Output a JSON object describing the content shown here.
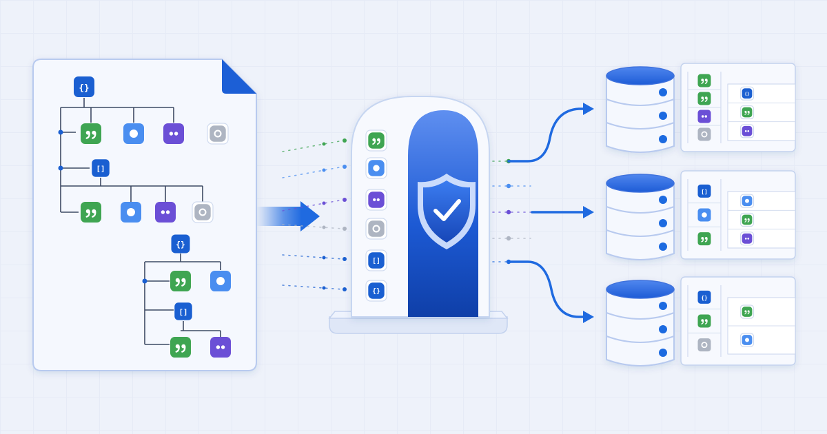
{
  "colors": {
    "object": "#1a5fd1",
    "string": "#3fa552",
    "number": "#4a8ef0",
    "array": "#1a5fd1",
    "boolean": "#6b4fd6",
    "null": "#aeb5c2",
    "accent": "#1f6ae0"
  },
  "icons": {
    "object": "{}",
    "array": "[]",
    "string": "quote-icon",
    "number": "circle-dot-icon",
    "boolean": "two-dots-icon",
    "null": "ring-icon",
    "gate": "shield-check-icon",
    "storage": "database-icon"
  },
  "document_tree": [
    {
      "type": "object",
      "children": [
        {
          "type": "string"
        },
        {
          "type": "number"
        },
        {
          "type": "boolean"
        },
        {
          "type": "null"
        },
        {
          "type": "array",
          "children": [
            {
              "type": "string"
            },
            {
              "type": "number"
            },
            {
              "type": "boolean"
            },
            {
              "type": "null"
            }
          ]
        }
      ]
    },
    {
      "type": "object",
      "children": [
        {
          "type": "string"
        },
        {
          "type": "number"
        },
        {
          "type": "array",
          "children": [
            {
              "type": "string"
            },
            {
              "type": "boolean"
            }
          ]
        }
      ]
    }
  ],
  "validator_types": [
    "string",
    "number",
    "boolean",
    "null",
    "array",
    "object"
  ],
  "outputs": [
    {
      "left_column": [
        "string",
        "string",
        "boolean",
        "null"
      ],
      "right_column": [
        "object",
        "string",
        "boolean"
      ]
    },
    {
      "left_column": [
        "array",
        "number",
        "string"
      ],
      "right_column": [
        "number",
        "string",
        "boolean"
      ]
    },
    {
      "left_column": [
        "object",
        "string",
        "null"
      ],
      "right_column": [
        "string",
        "number"
      ]
    }
  ]
}
